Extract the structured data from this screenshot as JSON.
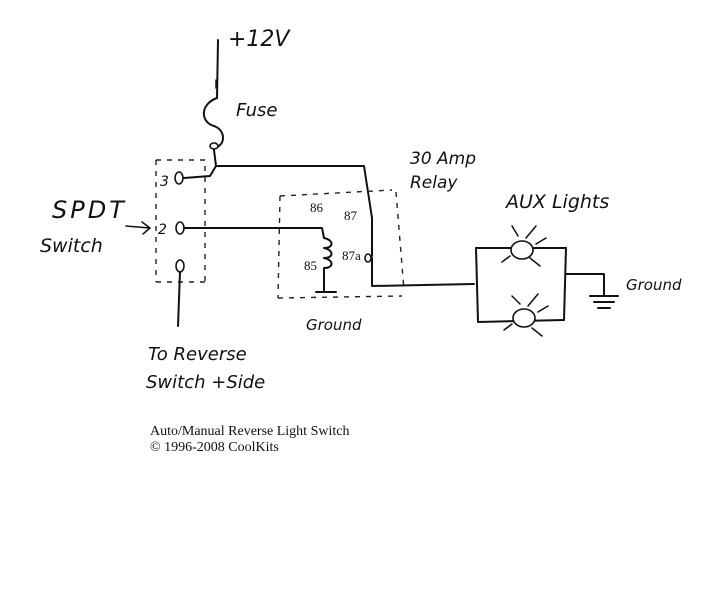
{
  "labels": {
    "supply": "+12V",
    "fuse": "Fuse",
    "relay_line1": "30 Amp",
    "relay_line2": "Relay",
    "spdt_line1": "SPDT",
    "spdt_line2": "Switch",
    "term_3": "3",
    "term_2": "2",
    "pin_86": "86",
    "pin_87": "87",
    "pin_85": "85",
    "pin_87a": "87a",
    "aux_lights": "AUX Lights",
    "ground_relay": "Ground",
    "ground_lights": "Ground",
    "reverse_line1": "To Reverse",
    "reverse_line2": "Switch +Side"
  },
  "caption": {
    "title": "Auto/Manual Reverse Light Switch",
    "copyright": "© 1996-2008 CoolKits"
  }
}
